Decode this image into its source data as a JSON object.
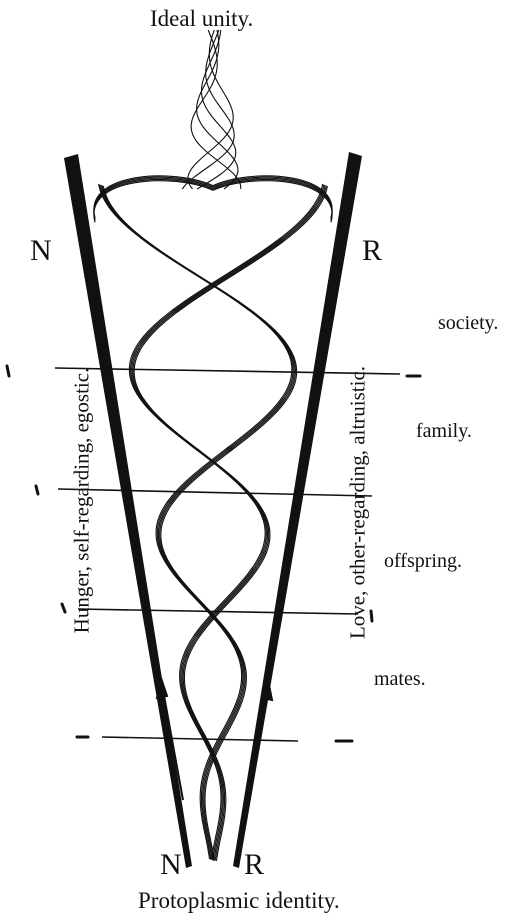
{
  "labels": {
    "top": "Ideal unity.",
    "bottom": "Protoplasmic identity.",
    "left_letter_top": "N",
    "right_letter_top": "R",
    "left_letter_bottom": "N",
    "right_letter_bottom": "R",
    "left_side": "Hunger, self-regarding, egostic.",
    "right_side": "Love, other-regarding, altruistic."
  },
  "stages": {
    "society": "society.",
    "family": "family.",
    "offspring": "offspring.",
    "mates": "mates."
  },
  "colors": {
    "ink": "#111111",
    "paper": "#ffffff"
  }
}
